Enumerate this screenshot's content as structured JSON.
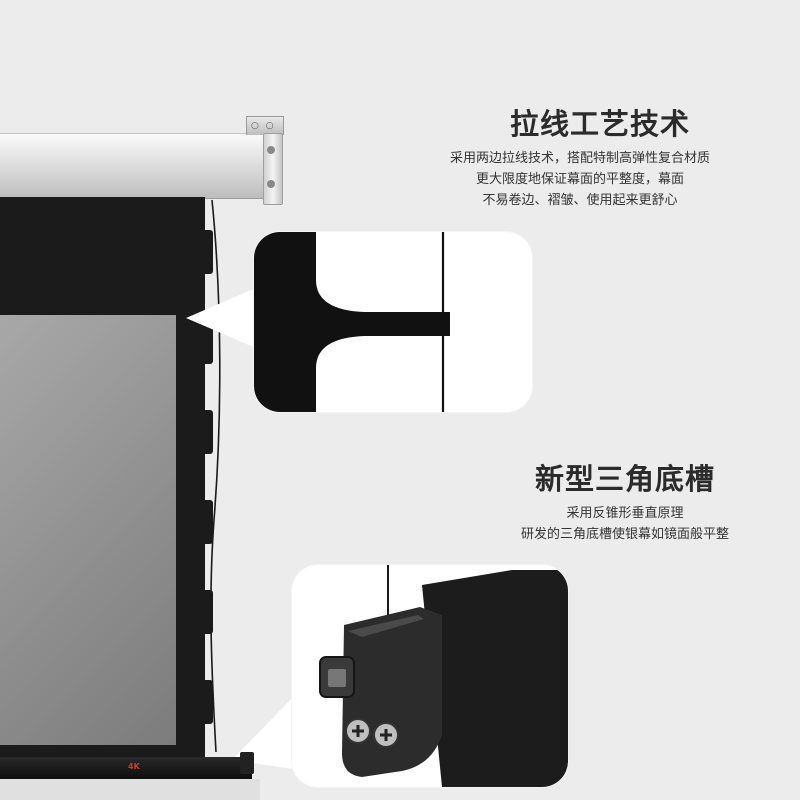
{
  "features": [
    {
      "title": "拉线工艺技术",
      "lines": [
        "采用两边拉线技术，搭配特制高弹性复合材质",
        "更大限度地保证幕面的平整度，幕面",
        "不易卷边、褶皱、使用起来更舒心"
      ]
    },
    {
      "title": "新型三角底槽",
      "lines": [
        "采用反锥形垂直原理",
        "研发的三角底槽使银幕如镜面般平整"
      ]
    }
  ],
  "product": {
    "badge": "4K"
  },
  "colors": {
    "background": "#ececec",
    "frame": "#1b1b1b",
    "screen": "#9a9a9a",
    "card": "#ffffff",
    "text": "#2b2b2b",
    "badge": "#d13b2f"
  }
}
